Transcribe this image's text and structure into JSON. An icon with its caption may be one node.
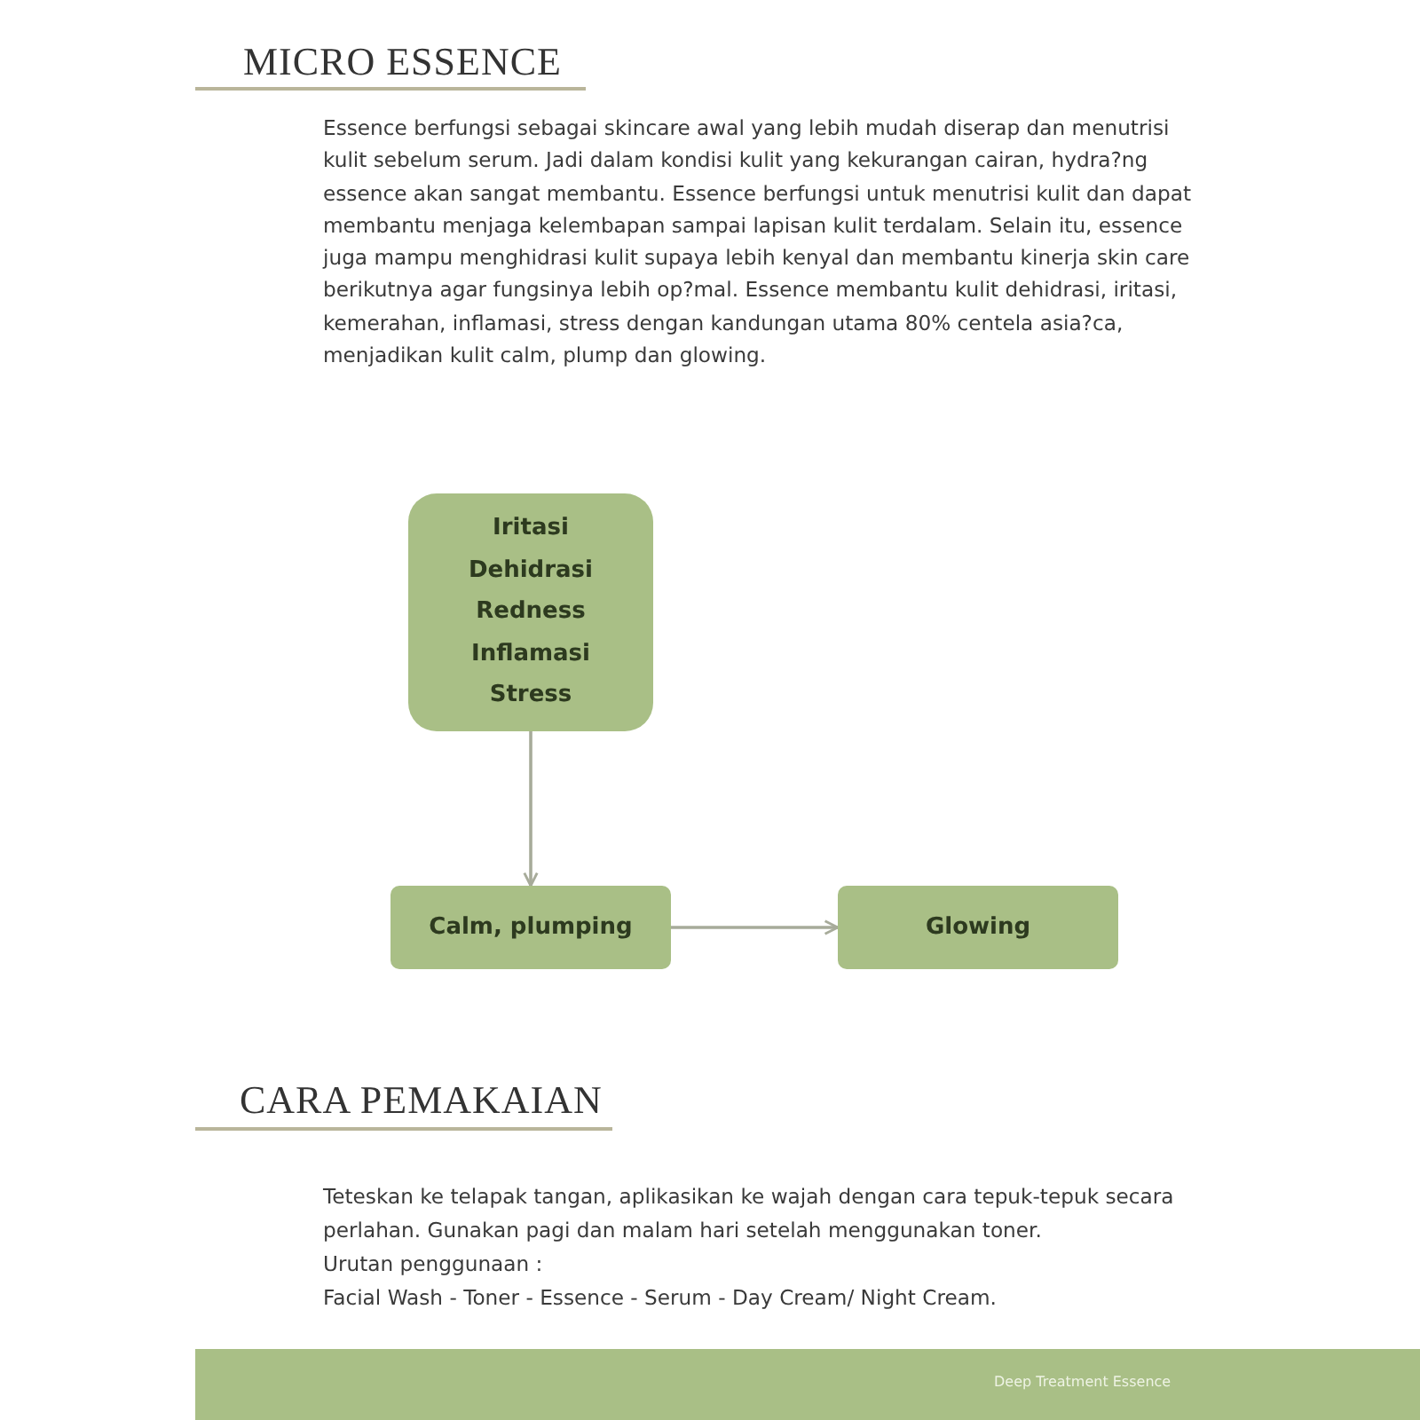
{
  "diagram": {
    "title": "MICRO ESSENCE",
    "nodes": [
      {
        "text": [
          "Iritasi",
          "Dehidrasi",
          "Redness",
          "Inflamasi",
          "Stress"
        ]
      },
      {
        "text": [
          "Calm, plumping"
        ]
      },
      {
        "text": [
          "Glowing"
        ]
      }
    ],
    "edges": [
      {
        "from": 0,
        "to": 1,
        "arrow": "to"
      },
      {
        "from": 1,
        "to": 2,
        "arrow": "to"
      }
    ],
    "labels": [
      "Essence berfungsi sebagai skincare awal yang lebih mudah diserap dan menutrisi kulit sebelum serum. Jadi dalam kondisi kulit yang kekurangan cairan, hydra?ng essence akan sangat membantu. Essence berfungsi untuk menutrisi kulit dan dapat membantu menjaga kelembapan sampai lapisan kulit terdalam. Selain itu, essence juga mampu menghidrasi kulit supaya lebih kenyal dan membantu kinerja skin care berikutnya agar fungsinya lebih op?mal. Essence membantu kulit dehidrasi, iritasi, kemerahan, inflamasi, stress dengan kandungan utama 80% centela asia?ca, menjadikan kulit calm, plump dan glowing.",
      "CARA PEMAKAIAN",
      "Teteskan ke telapak tangan, aplikasikan ke wajah dengan cara tepuk-tepuk secara perlahan. Gunakan pagi dan malam hari setelah menggunakan toner.",
      "Urutan penggunaan :",
      "Facial Wash - Toner - Essence - Serum - Day Cream/ Night Cream.",
      "Deep Treatment Essence"
    ]
  }
}
